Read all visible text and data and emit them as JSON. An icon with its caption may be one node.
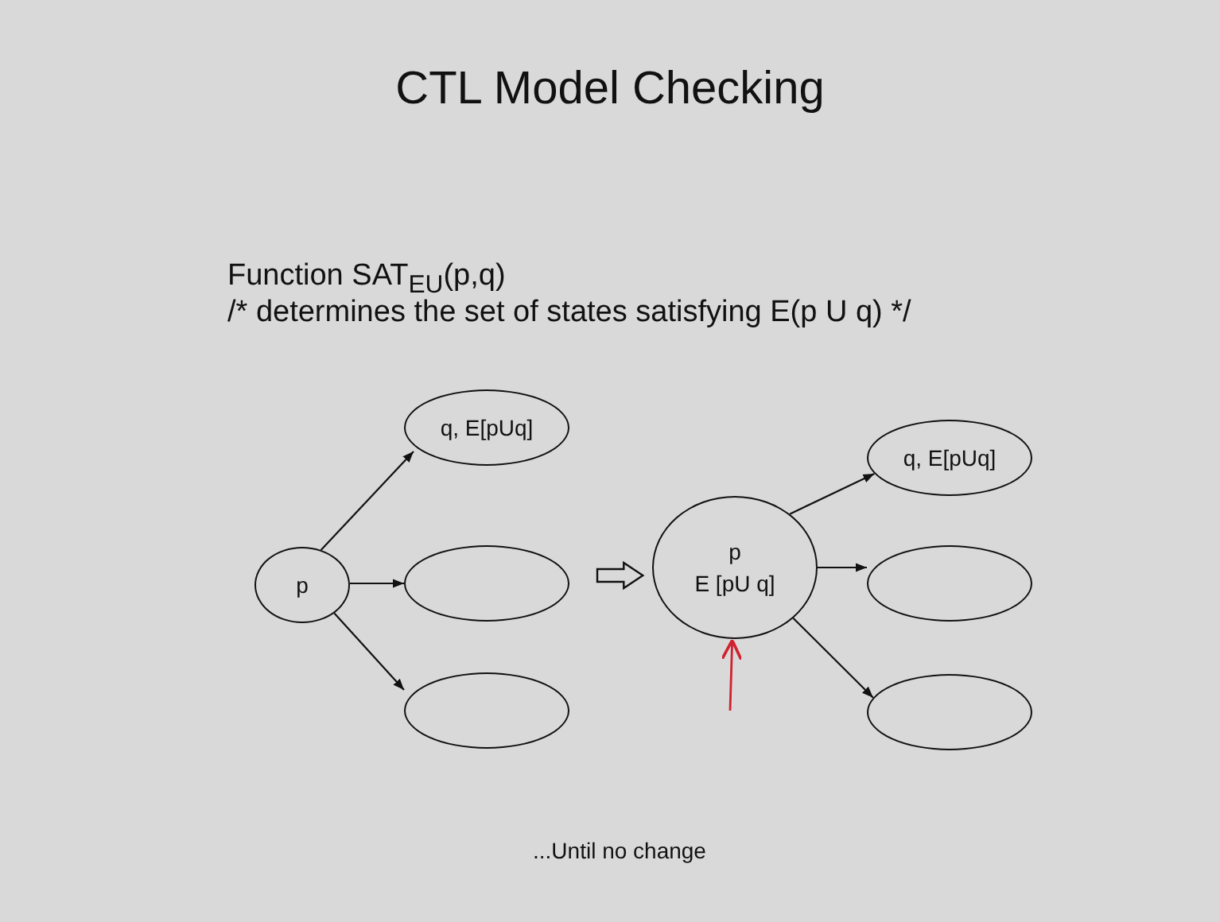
{
  "diagram": {
    "title": "CTL Model Checking",
    "nodes": [
      {
        "text": [
          "p"
        ]
      },
      {
        "text": [
          "q, E[pUq]"
        ]
      },
      {
        "text": [],
        "shape": "ellipse"
      },
      {
        "text": [],
        "shape": "ellipse"
      },
      {
        "text": [
          "p",
          "E [pU q]"
        ]
      },
      {
        "text": [
          "q, E[pUq]"
        ]
      },
      {
        "text": [],
        "shape": "ellipse"
      },
      {
        "text": [],
        "shape": "ellipse"
      }
    ],
    "edges": [
      {
        "from": 0,
        "to": 1,
        "arrow": "to"
      },
      {
        "from": 0,
        "to": 2,
        "arrow": "to"
      },
      {
        "from": 0,
        "to": 3,
        "arrow": "to"
      },
      {
        "from": 2,
        "to": 4,
        "arrow": "to",
        "style": "thick"
      },
      {
        "from": 4,
        "to": 5,
        "arrow": "to"
      },
      {
        "from": 4,
        "to": 6,
        "arrow": "to"
      },
      {
        "from": 4,
        "to": 7,
        "arrow": "to"
      },
      {
        "from": null,
        "to": 4,
        "arrow": "to",
        "color": "#d0212e"
      }
    ],
    "labels": [
      "Function SAT$_{EU}$(p,q)",
      "/* determines the set of states satisfying E(p U q) */",
      "...Until no change"
    ]
  }
}
